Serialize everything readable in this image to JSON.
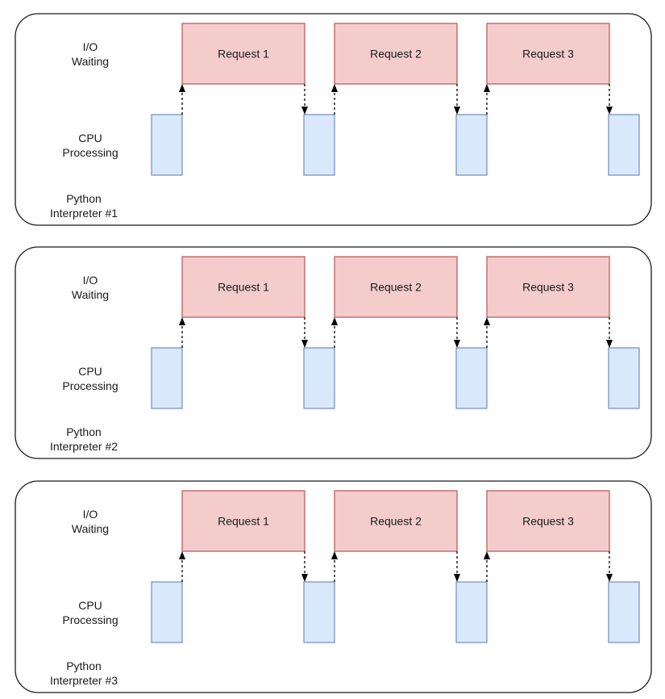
{
  "panels": [
    {
      "io_label": [
        "I/O",
        "Waiting"
      ],
      "cpu_label": [
        "CPU",
        "Processing"
      ],
      "interpreter_label": [
        "Python",
        "Interpreter #1"
      ],
      "requests": [
        "Request 1",
        "Request 2",
        "Request 3"
      ]
    },
    {
      "io_label": [
        "I/O",
        "Waiting"
      ],
      "cpu_label": [
        "CPU",
        "Processing"
      ],
      "interpreter_label": [
        "Python",
        "Interpreter #2"
      ],
      "requests": [
        "Request 1",
        "Request 2",
        "Request 3"
      ]
    },
    {
      "io_label": [
        "I/O",
        "Waiting"
      ],
      "cpu_label": [
        "CPU",
        "Processing"
      ],
      "interpreter_label": [
        "Python",
        "Interpreter #3"
      ],
      "requests": [
        "Request 1",
        "Request 2",
        "Request 3"
      ]
    }
  ],
  "colors": {
    "request_fill": "#f4cccc",
    "request_stroke": "#b85450",
    "cpu_fill": "#dae8fc",
    "cpu_stroke": "#6c8ebf",
    "frame_stroke": "#1a1a1a"
  }
}
